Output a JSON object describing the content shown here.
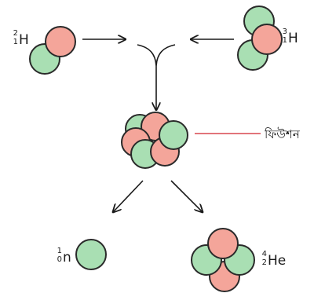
{
  "colors": {
    "proton": "#f4a59a",
    "neutron": "#a9dfb3",
    "outline": "#2a2a2a",
    "callout_line": "#d9474f"
  },
  "isotopes": {
    "deuterium": {
      "mass": "2",
      "atomic": "1",
      "symbol": "H"
    },
    "tritium": {
      "mass": "3",
      "atomic": "1",
      "symbol": "H"
    },
    "neutron": {
      "mass": "1",
      "atomic": "0",
      "symbol": "n"
    },
    "helium": {
      "mass": "4",
      "atomic": "2",
      "symbol": "He"
    }
  },
  "fusion_label": "ফিউশন"
}
